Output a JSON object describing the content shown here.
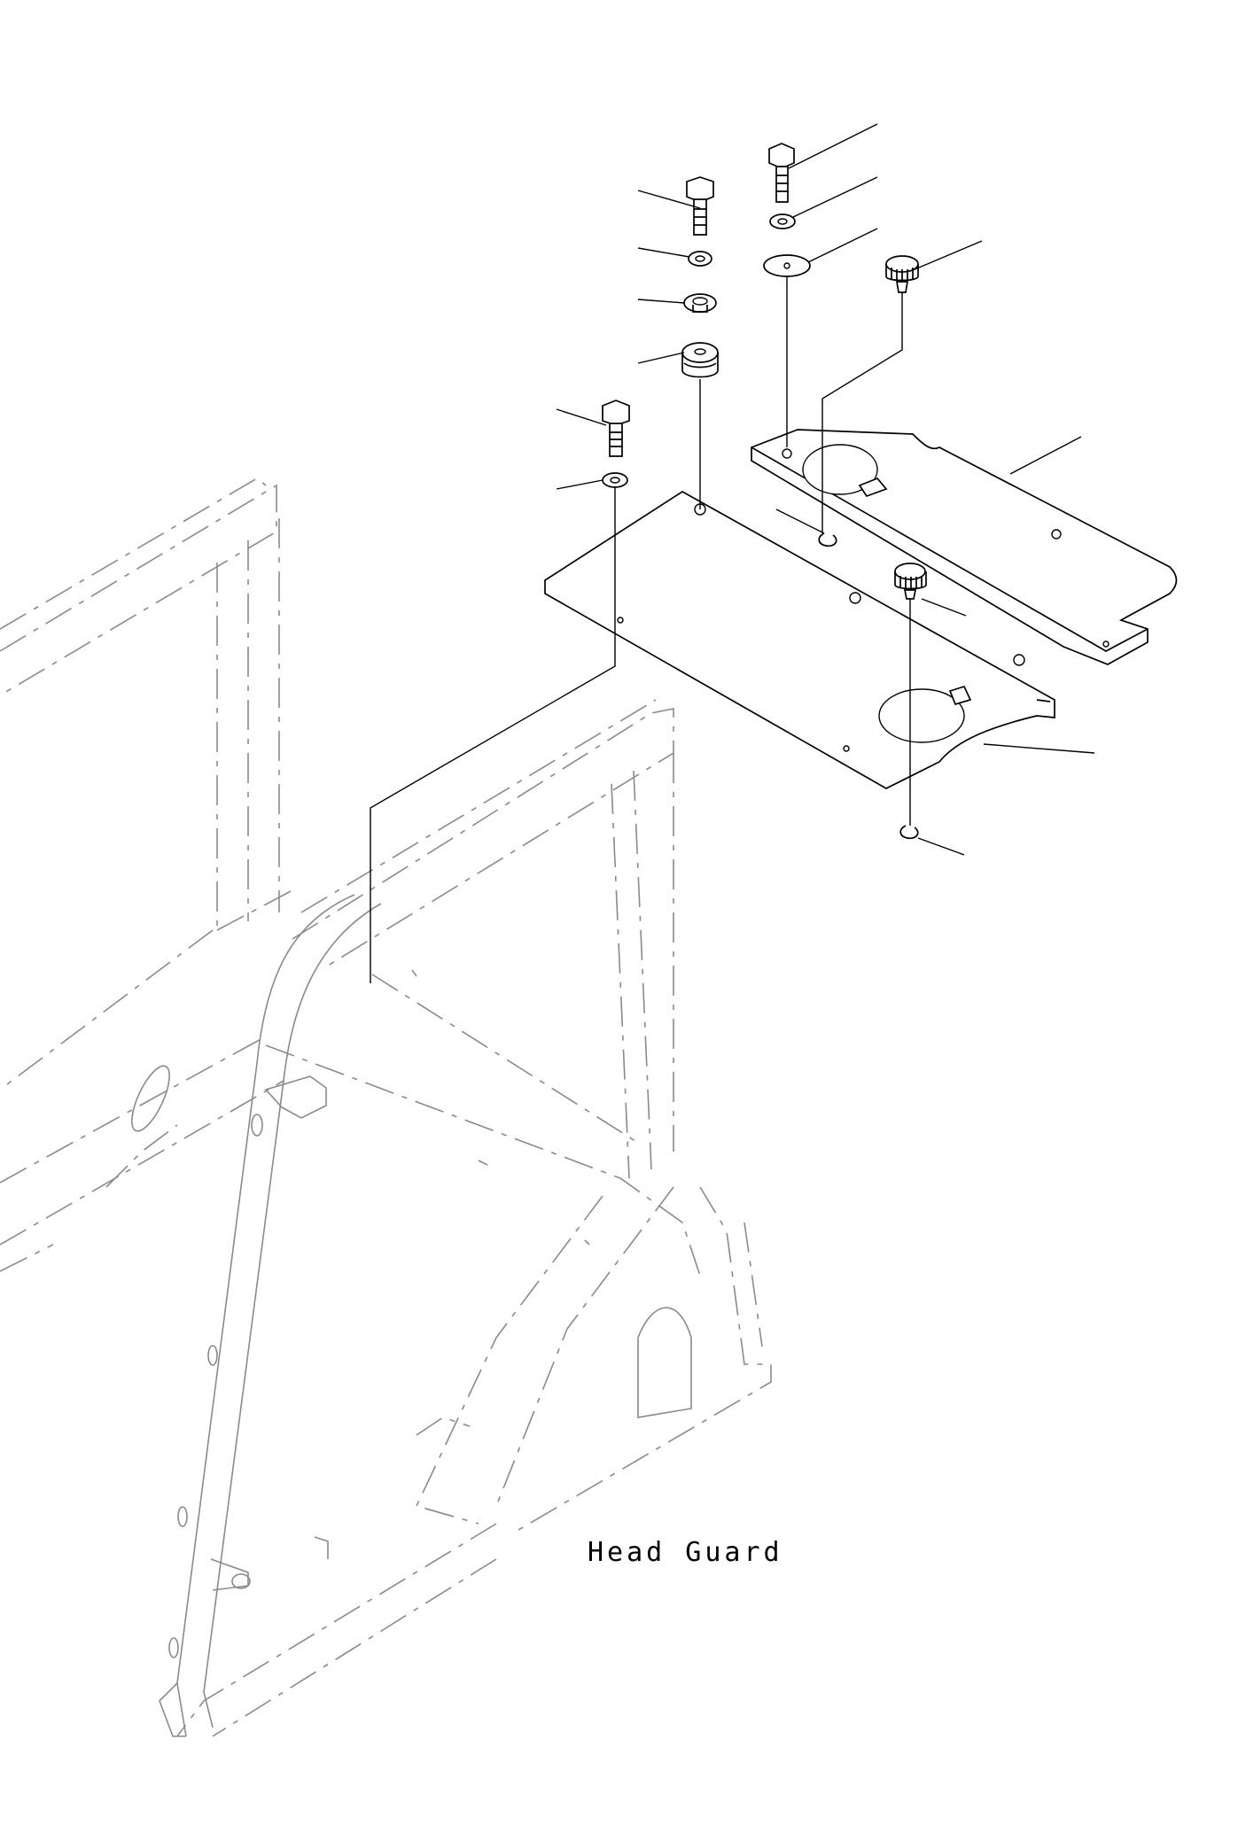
{
  "diagram": {
    "caption": "Head Guard",
    "parts": [
      {
        "name": "hex-bolt-left"
      },
      {
        "name": "plain-washer-left"
      },
      {
        "name": "hex-bolt-center"
      },
      {
        "name": "plain-washer-center"
      },
      {
        "name": "spacer-collar"
      },
      {
        "name": "rubber-grommet"
      },
      {
        "name": "hex-bolt-right"
      },
      {
        "name": "plain-washer-right"
      },
      {
        "name": "large-washer"
      },
      {
        "name": "knob-upper"
      },
      {
        "name": "knob-lower"
      },
      {
        "name": "snap-ring-upper"
      },
      {
        "name": "snap-ring-lower"
      },
      {
        "name": "cover-plate-upper"
      },
      {
        "name": "cover-plate-lower"
      }
    ],
    "colors": {
      "line": "#000000",
      "phantom_frame": "#8a8a8a",
      "background": "#ffffff"
    }
  }
}
